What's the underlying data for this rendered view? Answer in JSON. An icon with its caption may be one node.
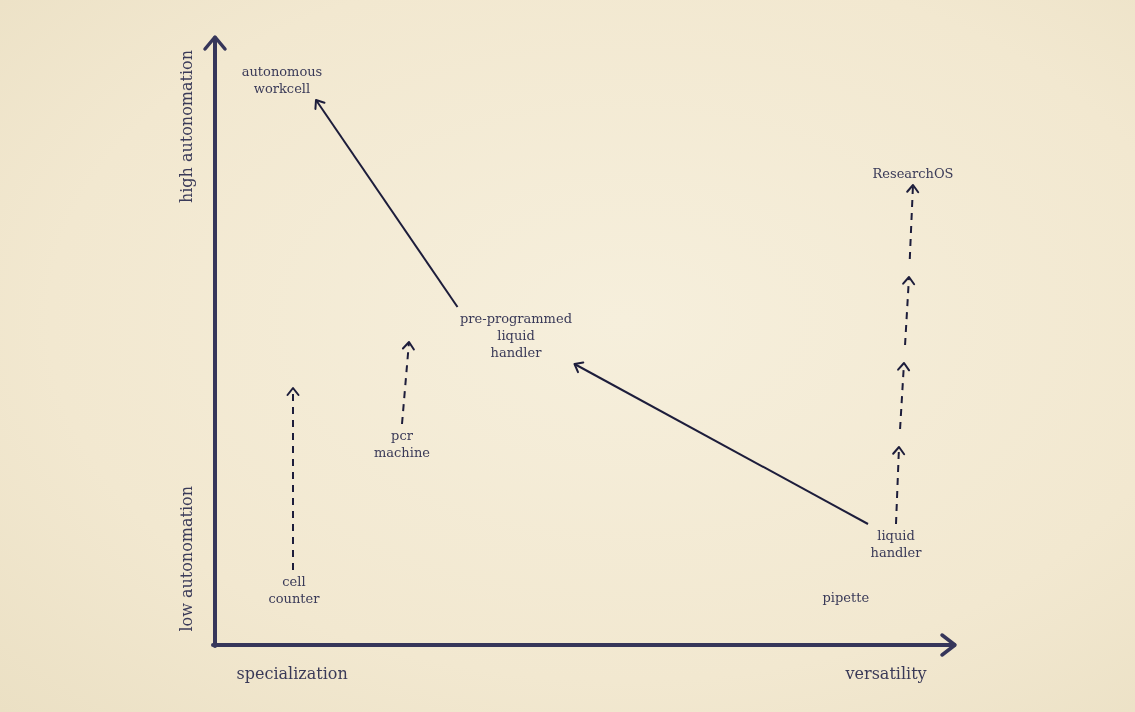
{
  "diagram": {
    "nodes": [
      {
        "text": [
          "autonomous workcell"
        ]
      },
      {
        "text": [
          "ResearchOS"
        ]
      },
      {
        "text": [
          "pre-programmed liquid handler"
        ]
      },
      {
        "text": [
          "pcr machine"
        ]
      },
      {
        "text": [
          "liquid handler"
        ]
      },
      {
        "text": [
          "cell counter"
        ]
      }
    ],
    "edges": [
      {
        "from": 2,
        "to": 0,
        "arrow": "to"
      },
      {
        "from": 4,
        "to": 2,
        "arrow": "to"
      },
      {
        "from": 5,
        "to": null,
        "arrow": "to",
        "style": "dashed"
      },
      {
        "from": 3,
        "to": null,
        "arrow": "to",
        "style": "dashed"
      },
      {
        "from": 4,
        "to": 1,
        "arrow": "to",
        "style": "dashed"
      }
    ],
    "labels": [
      "high autonomation",
      "low autonomation",
      "pipette",
      "specialization",
      "versatility"
    ]
  }
}
